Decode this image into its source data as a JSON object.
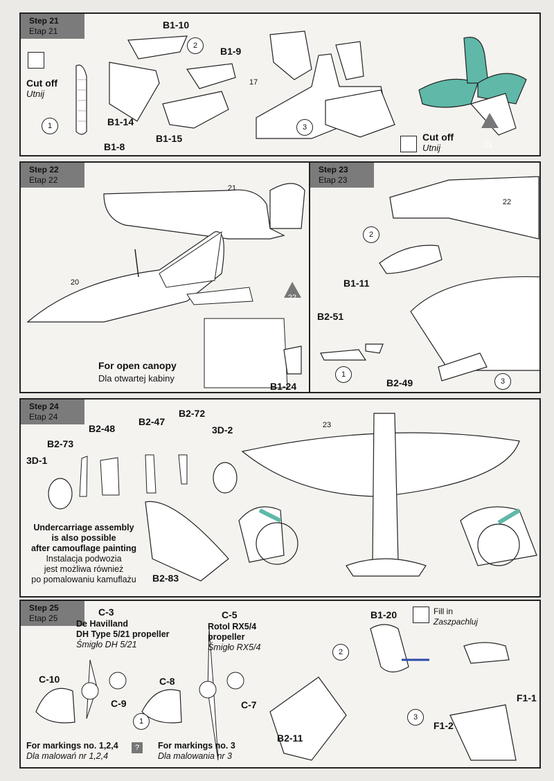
{
  "steps": [
    {
      "en": "Step 21",
      "pl": "Etap 21"
    },
    {
      "en": "Step 22",
      "pl": "Etap 22"
    },
    {
      "en": "Step 23",
      "pl": "Etap 23"
    },
    {
      "en": "Step 24",
      "pl": "Etap 24"
    },
    {
      "en": "Step 25",
      "pl": "Etap 25"
    }
  ],
  "s21": {
    "parts": [
      "B1-10",
      "B1-9",
      "B1-14",
      "B1-15",
      "B1-8"
    ],
    "cut_en": "Cut off",
    "cut_pl": "Utnij",
    "nums": [
      "1",
      "2",
      "3",
      "17",
      "21"
    ],
    "cut2_en": "Cut off",
    "cut2_pl": "Utnij"
  },
  "s22": {
    "refs": [
      "21",
      "20",
      "22"
    ],
    "part": "B1-24",
    "open_en": "For open canopy",
    "open_pl": "Dla otwartej kabiny"
  },
  "s23": {
    "refs": [
      "22",
      "1",
      "2",
      "3"
    ],
    "parts": [
      "B1-11",
      "B2-51",
      "B2-49"
    ]
  },
  "s24": {
    "parts": [
      "B2-48",
      "B2-47",
      "B2-72",
      "3D-2",
      "B2-73",
      "3D-1",
      "B2-83"
    ],
    "ref": "23",
    "note": [
      "Undercarriage assembly",
      "is also possible",
      "after camouflage painting",
      "Instalacja podwozia",
      "jest możliwa również",
      "po pomalowaniu kamuflażu"
    ]
  },
  "s25": {
    "c3": "C-3",
    "c3_name1": "De Havilland",
    "c3_name2": "DH Type 5/21 propeller",
    "c3_pl": "Śmigło DH 5/21",
    "c5": "C-5",
    "c5_name1": "Rotol RX5/4",
    "c5_name2": "propeller",
    "c5_pl": "Śmigło RX5/4",
    "parts": [
      "C-10",
      "C-9",
      "C-8",
      "C-7",
      "B1-20",
      "B2-11",
      "F1-2",
      "F1-1"
    ],
    "fill_en": "Fill in",
    "fill_pl": "Zaszpachluj",
    "mark1_en": "For markings no. 1,2,4",
    "mark1_pl": "Dla malowań nr 1,2,4",
    "mark2_en": "For markings no. 3",
    "mark2_pl": "Dla malowania nr 3",
    "nums": [
      "1",
      "2",
      "3",
      "?"
    ]
  },
  "colors": {
    "accent_teal": "#5fb8a8",
    "step_bg": "#7b7b7b",
    "line": "#222222",
    "blue_band": "#2b4aa8"
  }
}
